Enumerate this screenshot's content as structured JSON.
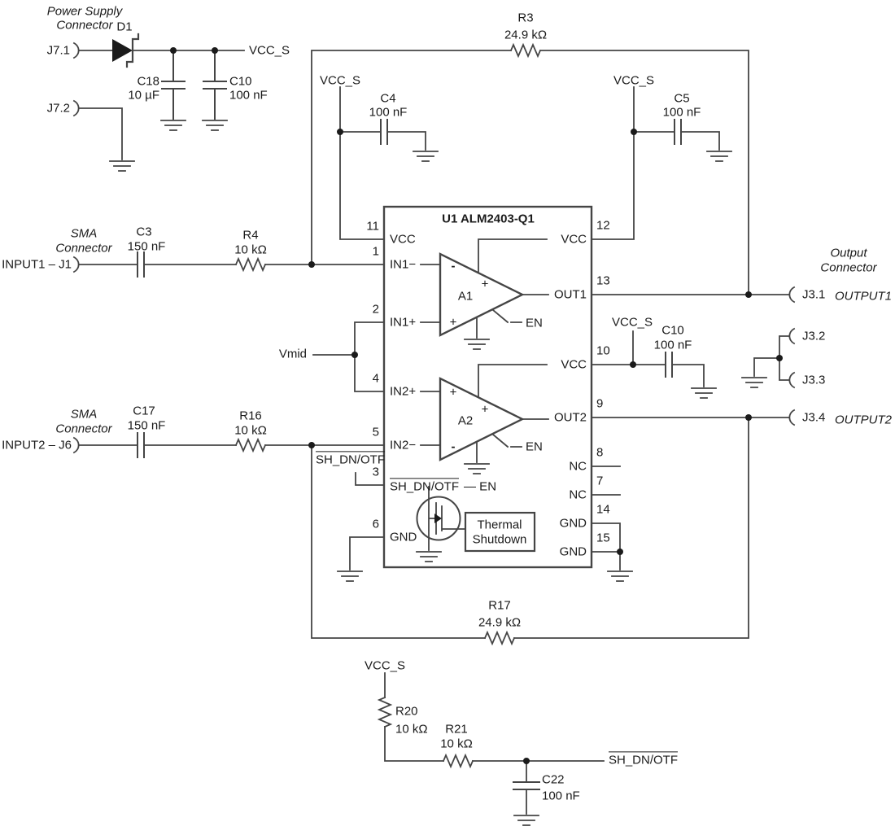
{
  "power": {
    "connector_line1": "Power Supply",
    "connector_line2": "Connector",
    "j71": "J7.1",
    "j72": "J7.2",
    "d1": "D1",
    "net": "VCC_S",
    "c18_ref": "C18",
    "c18_val": "10 µF",
    "c10_ref": "C10",
    "c10_val": "100 nF"
  },
  "feedback_top": {
    "ref": "R3",
    "val": "24.9 kΩ"
  },
  "feedback_bottom": {
    "ref": "R17",
    "val": "24.9 kΩ"
  },
  "decouple": {
    "vcc_s_left": "VCC_S",
    "c4_ref": "C4",
    "c4_val": "100 nF",
    "vcc_s_right": "VCC_S",
    "c5_ref": "C5",
    "c5_val": "100 nF"
  },
  "input1": {
    "sma_line1": "SMA",
    "sma_line2": "Connector",
    "name": "INPUT1 – J1",
    "c_ref": "C3",
    "c_val": "150 nF",
    "r_ref": "R4",
    "r_val": "10 kΩ"
  },
  "input2": {
    "sma_line1": "SMA",
    "sma_line2": "Connector",
    "name": "INPUT2 – J6",
    "c_ref": "C17",
    "c_val": "150 nF",
    "r_ref": "R16",
    "r_val": "10 kΩ"
  },
  "vmid": "Vmid",
  "shdn_ext_net": "SH_DN/OTF",
  "ic": {
    "title": "U1 ALM2403-Q1",
    "pins_left": [
      {
        "num": "11",
        "name": "VCC"
      },
      {
        "num": "1",
        "name": "IN1−"
      },
      {
        "num": "2",
        "name": "IN1+"
      },
      {
        "num": "4",
        "name": "IN2+"
      },
      {
        "num": "5",
        "name": "IN2−"
      },
      {
        "num": "3",
        "name": ""
      },
      {
        "num": "6",
        "name": "GND"
      }
    ],
    "pin3_net": "SH_DN/OTF",
    "pin3_en": "— EN",
    "pins_right": [
      {
        "num": "12",
        "name": "VCC"
      },
      {
        "num": "13",
        "name": "OUT1"
      },
      {
        "num": "10",
        "name": "VCC"
      },
      {
        "num": "9",
        "name": "OUT2"
      },
      {
        "num": "8",
        "name": "NC"
      },
      {
        "num": "7",
        "name": "NC"
      },
      {
        "num": "14",
        "name": "GND"
      },
      {
        "num": "15",
        "name": "GND"
      }
    ],
    "a1": "A1",
    "a2": "A2",
    "en": "EN",
    "plus": "+",
    "minus": "-",
    "thermal_line1": "Thermal",
    "thermal_line2": "Shutdown"
  },
  "vcc_c10": {
    "net": "VCC_S",
    "ref": "C10",
    "val": "100 nF"
  },
  "output": {
    "connector_line1": "Output",
    "connector_line2": "Connector",
    "j31": "J3.1",
    "j32": "J3.2",
    "j33": "J3.3",
    "j34": "J3.4",
    "out1": "OUTPUT1",
    "out2": "OUTPUT2"
  },
  "shutdown": {
    "net": "VCC_S",
    "r20_ref": "R20",
    "r20_val": "10 kΩ",
    "r21_ref": "R21",
    "r21_val": "10 kΩ",
    "c22_ref": "C22",
    "c22_val": "100 nF",
    "out_net": "SH_DN/OTF"
  },
  "colors": {
    "line": "#454545",
    "text": "#1b1b1b"
  }
}
